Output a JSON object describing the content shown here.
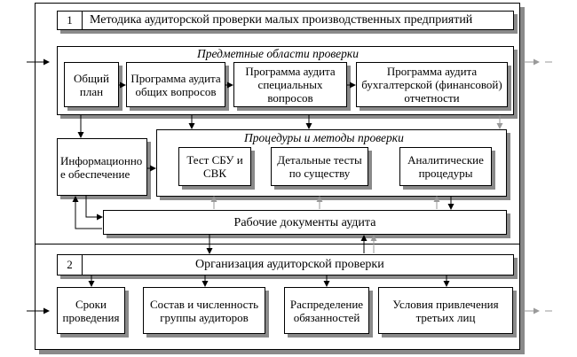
{
  "section1": {
    "number": "1",
    "title": "Методика аудиторской проверки малых производственных предприятий"
  },
  "subject_areas": {
    "header": "Предметные области проверки",
    "items": [
      "Общий план",
      "Программа аудита общих вопросов",
      "Программа аудита специальных вопросов",
      "Программа аудита бухгалтерской (финансовой) отчетности"
    ]
  },
  "info_support": "Информационное обеспечение",
  "procedures": {
    "header": "Процедуры и методы проверки",
    "items": [
      "Тест СБУ и СВК",
      "Детальные тесты по существу",
      "Аналитические процедуры"
    ]
  },
  "working_docs": "Рабочие документы аудита",
  "section2": {
    "number": "2",
    "title": "Организация аудиторской проверки",
    "items": [
      "Сроки проведения",
      "Состав и численность группы аудиторов",
      "Распределение обязанностей",
      "Условия привлечения третьих лиц"
    ]
  },
  "colors": {
    "line": "#000000",
    "shadow": "#8a8a8a",
    "gray_arrow": "#9a9a9a"
  }
}
